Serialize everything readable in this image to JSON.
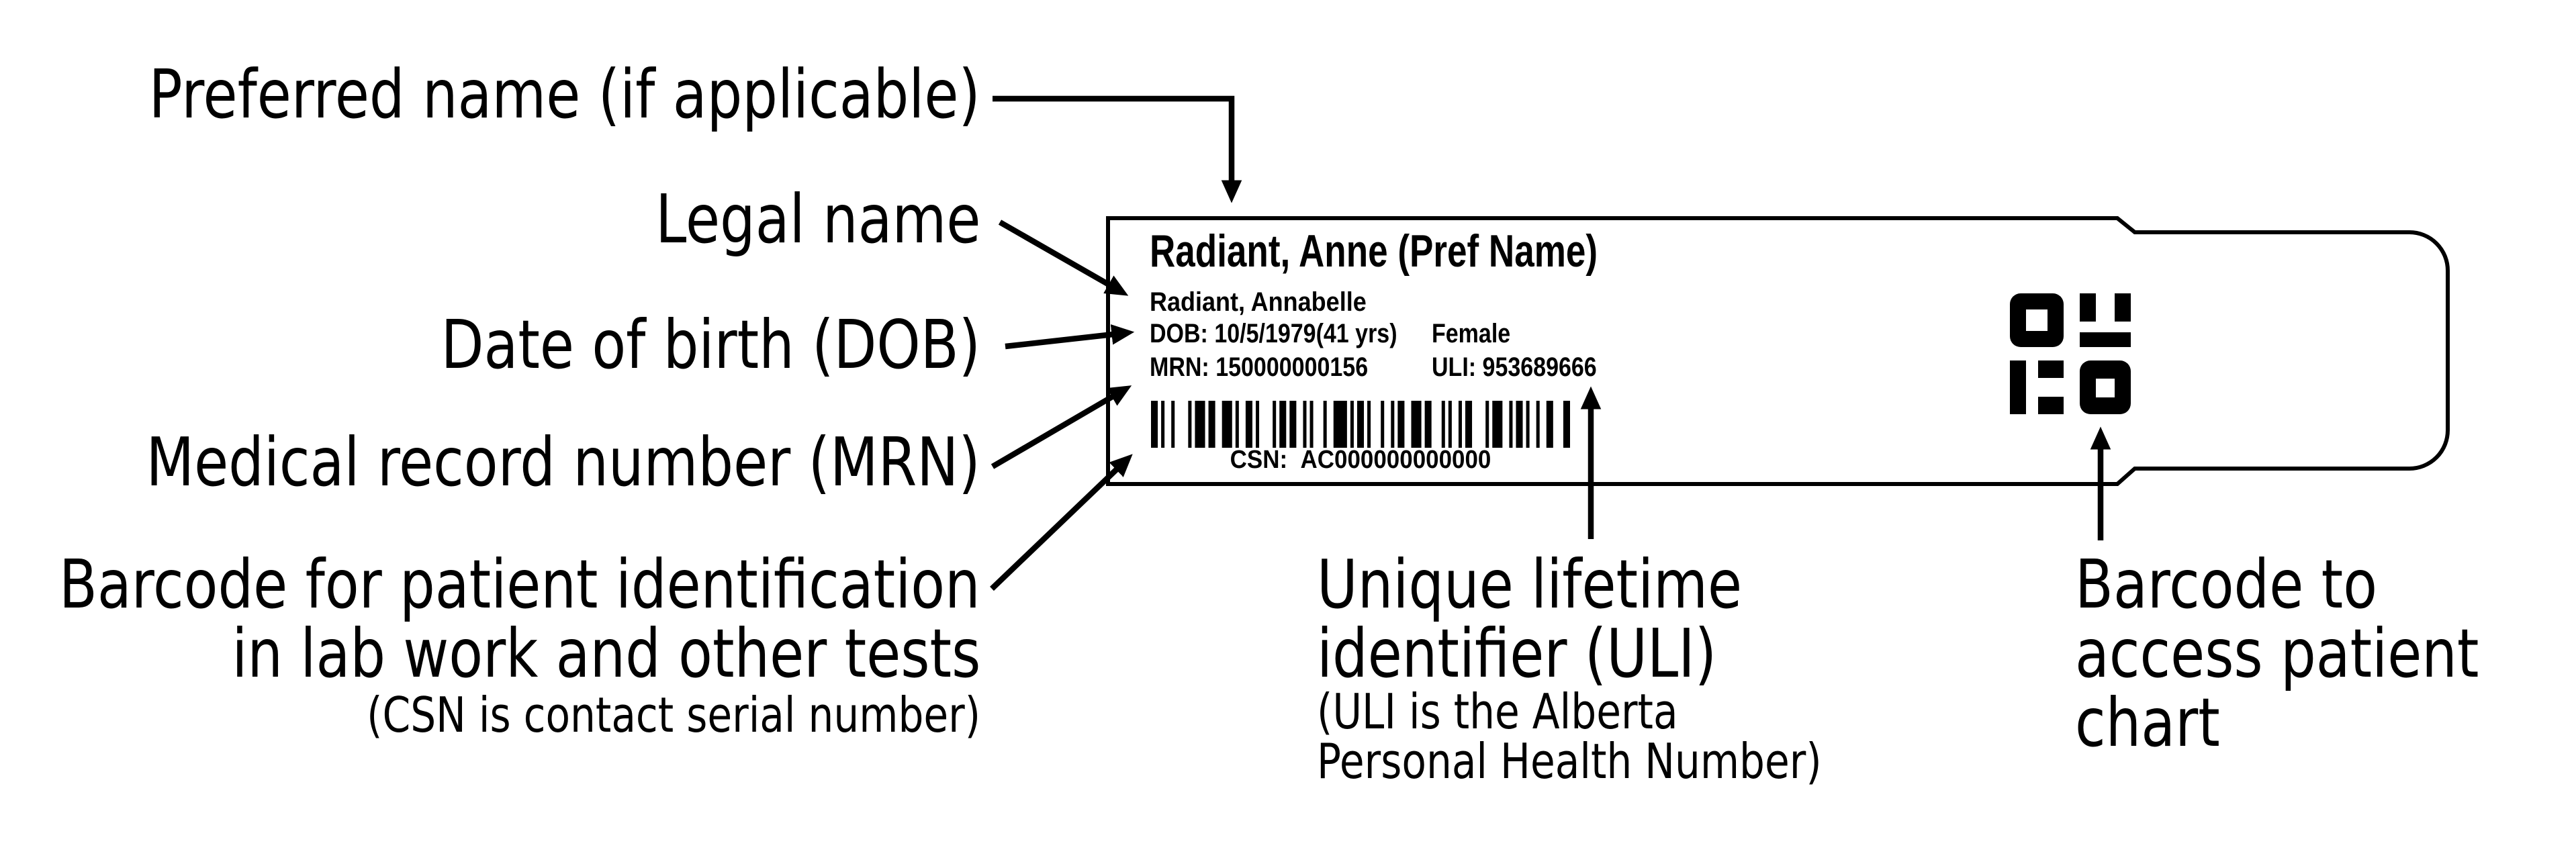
{
  "colors": {
    "ink": "#000000",
    "paper": "#ffffff"
  },
  "annotations": {
    "preferred_name": "Preferred name (if applicable)",
    "legal_name": "Legal name",
    "dob": "Date of birth (DOB)",
    "mrn": "Medical record number (MRN)",
    "lab_barcode_line1": "Barcode for patient identification",
    "lab_barcode_line2": "in lab work and other tests",
    "lab_barcode_note": "(CSN is contact serial number)",
    "uli_line1": "Unique lifetime",
    "uli_line2": "identifier (ULI)",
    "uli_note_line1": "(ULI is the Alberta",
    "uli_note_line2": "Personal Health Number)",
    "chart_barcode_line1": "Barcode to",
    "chart_barcode_line2": "access patient",
    "chart_barcode_line3": "chart"
  },
  "wristband": {
    "name_preferred": "Radiant, Anne (Pref Name)",
    "name_legal": "Radiant, Annabelle",
    "dob": "DOB: 10/5/1979(41 yrs)",
    "sex": "Female",
    "mrn": "MRN: 150000000156",
    "uli": "ULI: 953689666",
    "csn": "CSN: AC000000000000",
    "barcode_pattern": [
      2,
      1,
      1,
      2,
      1,
      4,
      1,
      1,
      3,
      1,
      2,
      2,
      3,
      1,
      1,
      2,
      2,
      1,
      1,
      4,
      1,
      1,
      2,
      1,
      2,
      2,
      1,
      1,
      1,
      3,
      1,
      2,
      4,
      1,
      1,
      1,
      2,
      1,
      1,
      3,
      1,
      2,
      1,
      1,
      2,
      2,
      3,
      1,
      2,
      3,
      1,
      1,
      1,
      2,
      1,
      1,
      2,
      4,
      1,
      1,
      3,
      2,
      1,
      1,
      2,
      1,
      1,
      2,
      1,
      2,
      2,
      3,
      2
    ]
  }
}
